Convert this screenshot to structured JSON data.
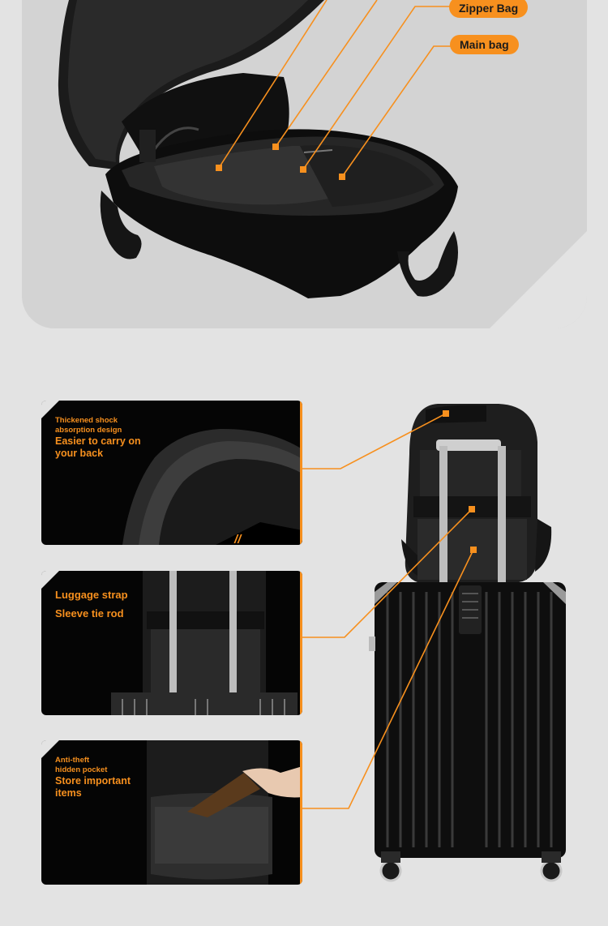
{
  "labels": {
    "zipper_bag": "Zipper Bag",
    "main_bag": "Main bag"
  },
  "cards": [
    {
      "small_lines": [
        "Thickened shock",
        "absorption design"
      ],
      "big_lines": [
        "Easier to carry on",
        "your back"
      ],
      "mark": "//"
    },
    {
      "big_lines": [
        "Luggage strap",
        "Sleeve tie rod"
      ]
    },
    {
      "small_lines": [
        "Anti-theft",
        "hidden pocket"
      ],
      "big_lines": [
        "Store important",
        "items"
      ]
    }
  ],
  "colors": {
    "accent": "#f7901e",
    "background": "#e3e3e3",
    "card": "#050505",
    "panel": "#d3d3d3"
  }
}
